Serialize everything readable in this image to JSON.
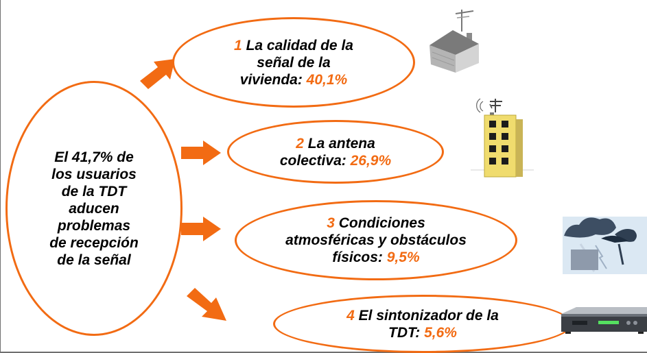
{
  "main": {
    "lines": [
      "El 41,7% de",
      "los usuarios",
      "de la TDT",
      "aducen",
      "problemas",
      "de recepción",
      "de la señal"
    ]
  },
  "items": [
    {
      "number": "1",
      "text_lines": [
        "La calidad de la",
        "señal de la"
      ],
      "label_end": "vivienda:",
      "percent": "40,1%"
    },
    {
      "number": "2",
      "text_lines": [
        "La antena"
      ],
      "label_end": "colectiva:",
      "percent": "26,9%"
    },
    {
      "number": "3",
      "text_lines": [
        "Condiciones",
        "atmosféricas y obstáculos"
      ],
      "label_end": "físicos:",
      "percent": "9,5%"
    },
    {
      "number": "4",
      "text_lines": [
        "El sintonizador de la"
      ],
      "label_end": "TDT:",
      "percent": "5,6%"
    }
  ],
  "icons": [
    "house-with-antenna-icon",
    "apartment-building-icon",
    "storm-weather-icon",
    "tdt-receiver-icon"
  ],
  "colors": {
    "accent": "#f26b13",
    "text": "#000000"
  }
}
